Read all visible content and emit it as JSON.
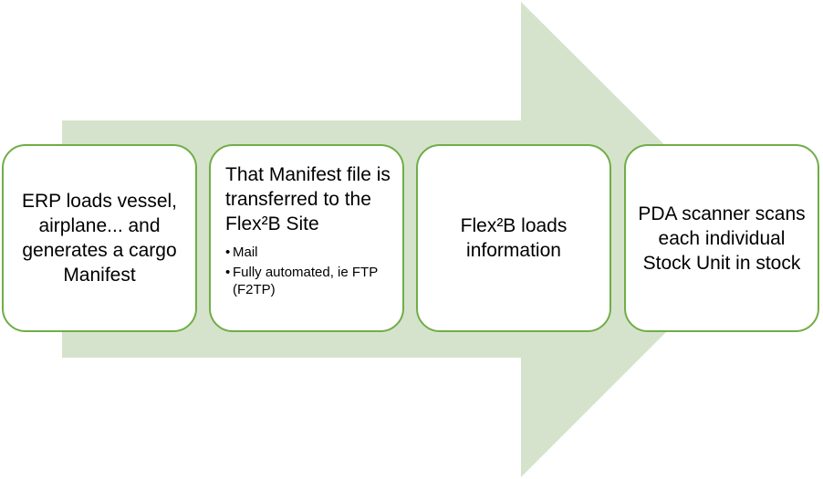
{
  "colors": {
    "arrow_fill": "#d5e3cc",
    "box_border": "#70ad47",
    "box_fill": "#ffffff",
    "text": "#000000"
  },
  "steps": [
    {
      "text": "ERP loads vessel, airplane... and generates a cargo Manifest"
    },
    {
      "text": "That Manifest file is transferred to the Flex²B Site",
      "bullets": [
        "Mail",
        "Fully automated, ie FTP (F2TP)"
      ]
    },
    {
      "text": "Flex²B loads information"
    },
    {
      "text": "PDA scanner scans each individual Stock Unit in stock"
    }
  ],
  "bullet_symbol": "•"
}
